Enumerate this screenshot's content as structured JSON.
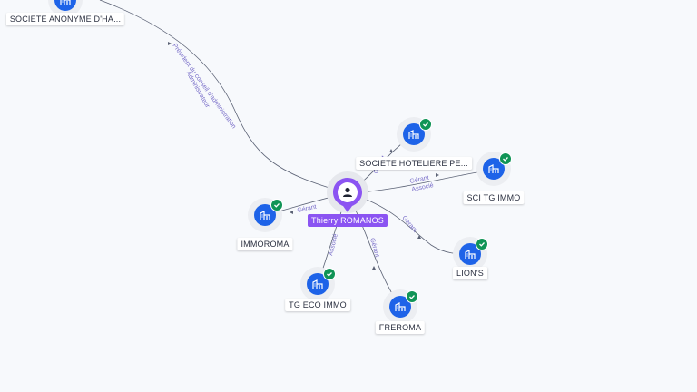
{
  "center": {
    "name": "Thierry ROMANOS",
    "icon": "person-icon",
    "color": "#8b54f2"
  },
  "companies": [
    {
      "id": "societe-anonyme",
      "label": "SOCIETE ANONYME D'HA...",
      "icon": "building-icon",
      "verified": false
    },
    {
      "id": "societe-hoteliere",
      "label": "SOCIETE HOTELIERE PE...",
      "icon": "building-icon",
      "verified": true
    },
    {
      "id": "sci-tg-immo",
      "label": "SCI TG IMMO",
      "icon": "building-icon",
      "verified": true
    },
    {
      "id": "immoroma",
      "label": "IMMOROMA",
      "icon": "building-icon",
      "verified": true
    },
    {
      "id": "lions",
      "label": "LION'S",
      "icon": "building-icon",
      "verified": true
    },
    {
      "id": "tg-eco-immo",
      "label": "TG ECO IMMO",
      "icon": "building-icon",
      "verified": true
    },
    {
      "id": "freroma",
      "label": "FREROMA",
      "icon": "building-icon",
      "verified": true
    }
  ],
  "relations": [
    {
      "to": "societe-anonyme",
      "labels": [
        "Président du conseil d'administration",
        "Administrateur"
      ]
    },
    {
      "to": "societe-hoteliere",
      "labels": [
        "Gérant"
      ]
    },
    {
      "to": "sci-tg-immo",
      "labels": [
        "Gérant",
        "Associé"
      ]
    },
    {
      "to": "immoroma",
      "labels": [
        "Gérant"
      ]
    },
    {
      "to": "lions",
      "labels": [
        "Gérant"
      ]
    },
    {
      "to": "tg-eco-immo",
      "labels": [
        "Associé"
      ]
    },
    {
      "to": "freroma",
      "labels": [
        "Gérant"
      ]
    }
  ],
  "colors": {
    "company_icon": "#1e63e8",
    "verified_badge": "#109456",
    "edge": "#5b6275",
    "edge_label": "#7a6fc9"
  }
}
